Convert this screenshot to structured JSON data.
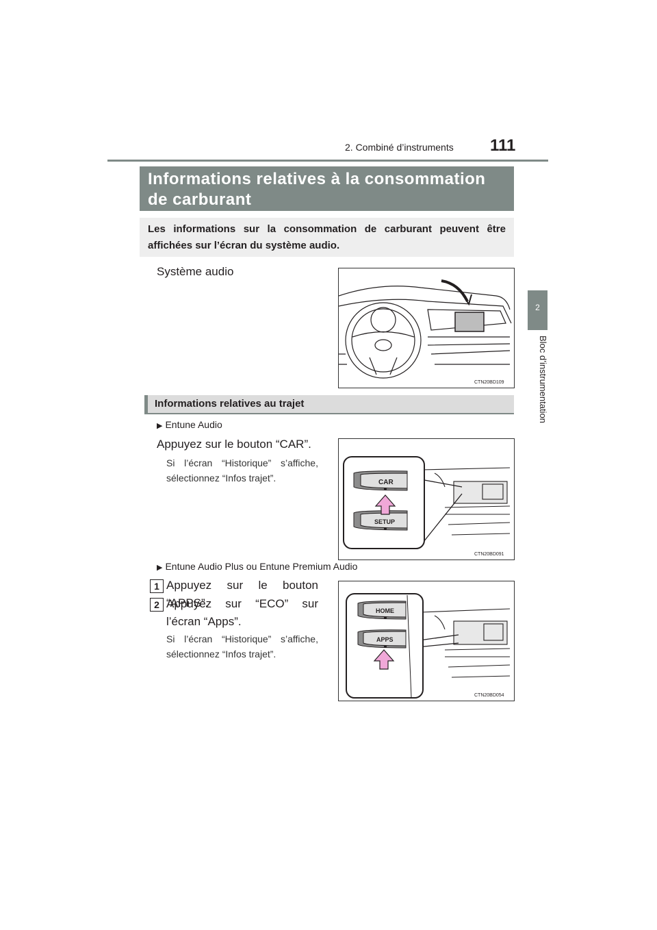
{
  "header": {
    "section": "2. Combiné d’instruments",
    "page_number": "111"
  },
  "sidebar": {
    "tab_number": "2",
    "tab_label": "Bloc d’instrumentation"
  },
  "title": "Informations relatives à la consommation de carburant",
  "intro": "Les informations sur la consommation de carburant peuvent être affichées sur l’écran du système audio.",
  "audio_label": "Système audio",
  "figures": {
    "fig1_code": "CTN20BD109",
    "fig2_code": "CTN20BD091",
    "fig3_code": "CTN20BD054",
    "btn_car": "CAR",
    "btn_setup": "SETUP",
    "btn_home": "HOME",
    "btn_apps": "APPS"
  },
  "trip": {
    "heading": "Informations relatives au trajet",
    "bullet1": "Entune Audio",
    "step_car": "Appuyez sur le bouton “CAR”.",
    "note1": "Si l’écran “Historique” s’affiche, sélectionnez “Infos trajet”.",
    "bullet2": "Entune Audio Plus ou Entune Premium Audio",
    "step1_num": "1",
    "step1": "Appuyez sur le bouton “APPS”.",
    "step2_num": "2",
    "step2": "Appuyez sur “ECO” sur l’écran “Apps”.",
    "note2": "Si l’écran “Historique” s’affiche, sélectionnez “Infos trajet”."
  }
}
